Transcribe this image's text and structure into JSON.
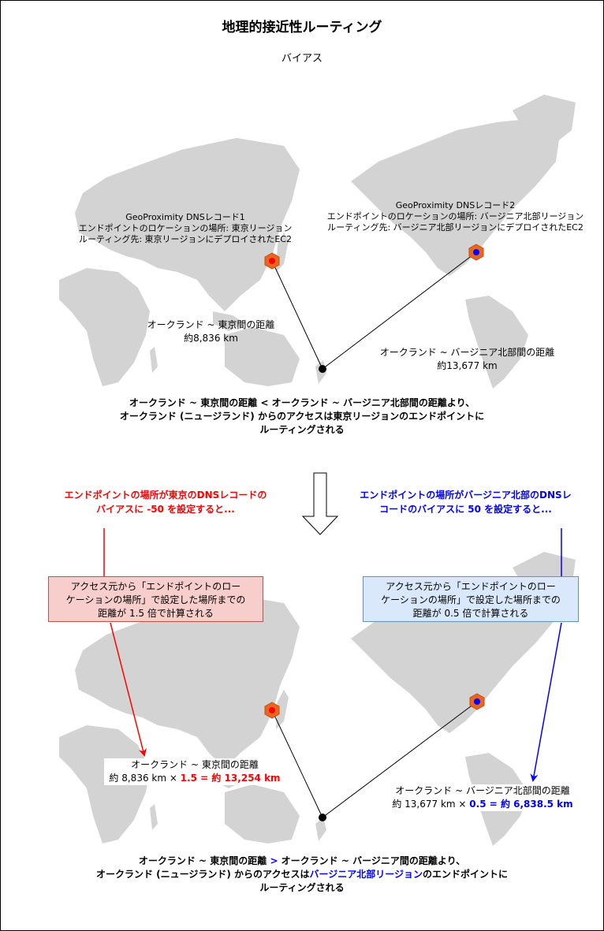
{
  "title": "地理的接近性ルーティング",
  "subtitle": "バイアス",
  "colors": {
    "map_land": "#d3d3d3",
    "red_note_fill": "#f8cecc",
    "red_note_border": "#b85450",
    "blue_note_fill": "#dae8fc",
    "blue_note_border": "#6c8ebf",
    "highlight_red": "#ff0000",
    "highlight_blue": "#0000ff",
    "marker_orange": "#e8661f"
  },
  "top": {
    "record1": {
      "line1": "GeoProximity DNSレコード1",
      "line2": "エンドポイントのロケーションの場所: 東京リージョン",
      "line3": "ルーティング先: 東京リージョンにデプロイされたEC2"
    },
    "record2": {
      "line1": "GeoProximity DNSレコード2",
      "line2": "エンドポイントのロケーションの場所: バージニア北部リージョン",
      "line3": "ルーティング先: バージニア北部リージョンにデプロイされたEC2"
    },
    "dist_tokyo": {
      "line1": "オークランド ~ 東京間の距離",
      "line2": "約8,836 km"
    },
    "dist_virginia": {
      "line1": "オークランド ~ バージニア北部間の距離",
      "line2": "約13,677 km"
    },
    "conclusion": {
      "line1": "オークランド ~ 東京間の距離 < オークランド ~ バージニア北部間の距離より、",
      "line2": "オークランド (ニュージランド) からのアクセスは東京リージョンのエンドポイントに",
      "line3": "ルーティングされる"
    }
  },
  "middle": {
    "left_heading": {
      "line1": "エンドポイントの場所が東京のDNSレコードの",
      "line2": "バイアスに -50 を設定すると..."
    },
    "right_heading": {
      "line1": "エンドポイントの場所がバージニア北部のDNSレ",
      "line2": "コードのバイアスに 50 を設定すると..."
    },
    "left_note": {
      "line1": "アクセス元から「エンドポイントのロー",
      "line2": "ケーションの場所」で設定した場所までの",
      "line3": "距離が 1.5 倍で計算される"
    },
    "right_note": {
      "line1": "アクセス元から「エンドポイントのロー",
      "line2": "ケーションの場所」で設定した場所までの",
      "line3": "距離が 0.5 倍で計算される"
    }
  },
  "bottom": {
    "dist_tokyo": {
      "line1": "オークランド ~ 東京間の距離",
      "prefix": "約 8,836 km × ",
      "result": "1.5 = 約 13,254 km"
    },
    "dist_virginia": {
      "line1": "オークランド ~ バージニア北部間の距離",
      "prefix": "約 13,677 km × ",
      "result": "0.5 = 約 6,838.5 km"
    },
    "conclusion": {
      "line1": "オークランド ~ 東京間の距離 ",
      "gt": ">",
      "line1_rest": " オークランド ~ バージニア間の距離より、",
      "line2_a": "オークランド (ニュージランド) からのアクセスは",
      "line2_b": "バージニア北部リージョン",
      "line2_c": "のエンドポイントに",
      "line3": "ルーティングされる"
    }
  }
}
